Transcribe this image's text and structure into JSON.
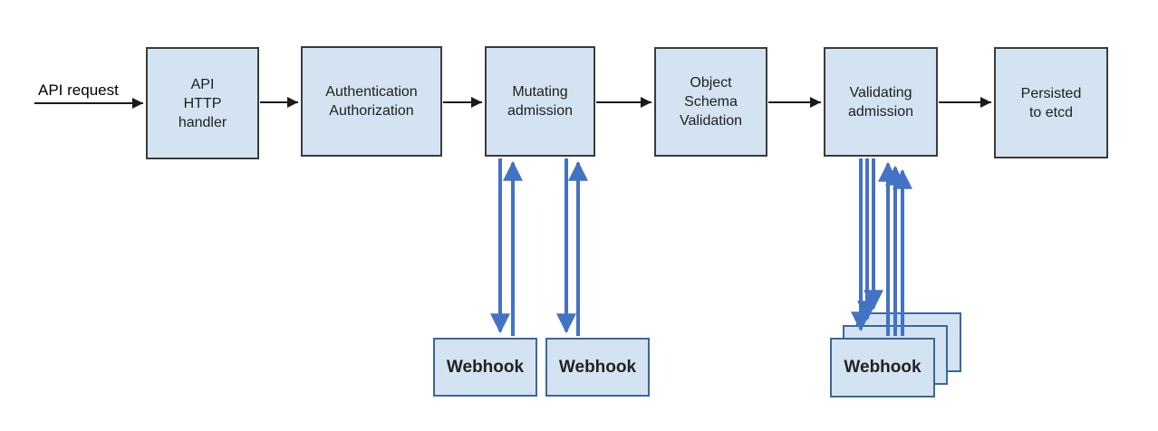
{
  "labels": {
    "api_request": "API request"
  },
  "colors": {
    "node_fill": "#d3e3f1",
    "node_border": "#3b3b3b",
    "webhook_border": "#3a66a0",
    "flow_arrow": "#1a1a1a",
    "webhook_arrow": "#4273c4"
  },
  "nodes": {
    "api_http_handler": {
      "lines": [
        "API",
        "HTTP",
        "handler"
      ]
    },
    "authentication_authorization": {
      "lines": [
        "Authentication",
        "Authorization"
      ]
    },
    "mutating_admission": {
      "lines": [
        "Mutating",
        "admission"
      ]
    },
    "object_schema_validation": {
      "lines": [
        "Object",
        "Schema",
        "Validation"
      ]
    },
    "validating_admission": {
      "lines": [
        "Validating",
        "admission"
      ]
    },
    "persisted_to_etcd": {
      "lines": [
        "Persisted",
        "to etcd"
      ]
    }
  },
  "webhooks": {
    "mutating_webhook_1": {
      "label": "Webhook"
    },
    "mutating_webhook_2": {
      "label": "Webhook"
    },
    "validating_webhook": {
      "label": "Webhook"
    }
  }
}
